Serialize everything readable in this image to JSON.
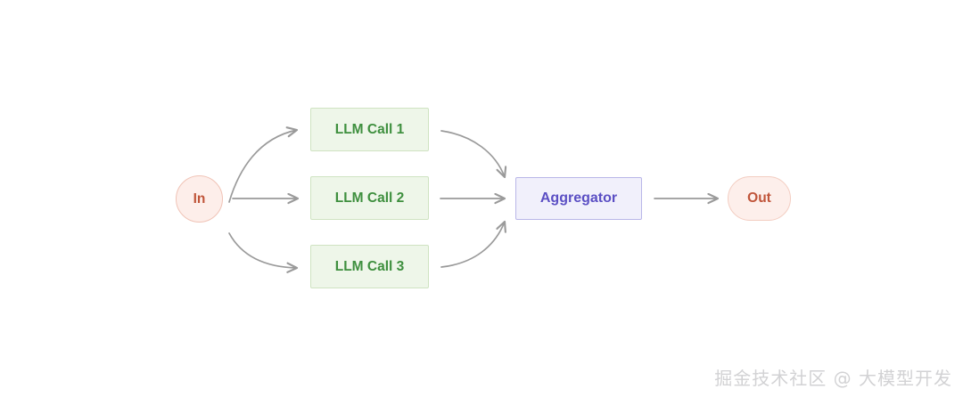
{
  "diagram": {
    "type": "parallelization-workflow",
    "background_color": "#ffffff",
    "edge_color": "#9a9a9a",
    "nodes": {
      "input": {
        "label": "In",
        "shape": "circle",
        "fill": "#fdeeea",
        "stroke": "#f0c3b6",
        "text_color": "#c0553a"
      },
      "llm_calls": [
        {
          "label": "LLM Call 1",
          "shape": "rectangle",
          "fill": "#eef6e9",
          "stroke": "#cfe3c2",
          "text_color": "#3e8f3e"
        },
        {
          "label": "LLM Call 2",
          "shape": "rectangle",
          "fill": "#eef6e9",
          "stroke": "#cfe3c2",
          "text_color": "#3e8f3e"
        },
        {
          "label": "LLM Call 3",
          "shape": "rectangle",
          "fill": "#eef6e9",
          "stroke": "#cfe3c2",
          "text_color": "#3e8f3e"
        }
      ],
      "aggregator": {
        "label": "Aggregator",
        "shape": "rectangle",
        "fill": "#f1f0fb",
        "stroke": "#b9b6e8",
        "text_color": "#5b4fc4"
      },
      "output": {
        "label": "Out",
        "shape": "stadium",
        "fill": "#fdefeb",
        "stroke": "#f3cdc1",
        "text_color": "#c0553a"
      }
    },
    "edges": [
      {
        "from": "In",
        "to": "LLM Call 1",
        "style": "curved"
      },
      {
        "from": "In",
        "to": "LLM Call 2",
        "style": "straight"
      },
      {
        "from": "In",
        "to": "LLM Call 3",
        "style": "curved"
      },
      {
        "from": "LLM Call 1",
        "to": "Aggregator",
        "style": "curved"
      },
      {
        "from": "LLM Call 2",
        "to": "Aggregator",
        "style": "straight"
      },
      {
        "from": "LLM Call 3",
        "to": "Aggregator",
        "style": "curved"
      },
      {
        "from": "Aggregator",
        "to": "Out",
        "style": "straight"
      }
    ]
  },
  "watermark": {
    "text": "掘金技术社区 @ 大模型开发",
    "color": "#d2d2d4"
  }
}
